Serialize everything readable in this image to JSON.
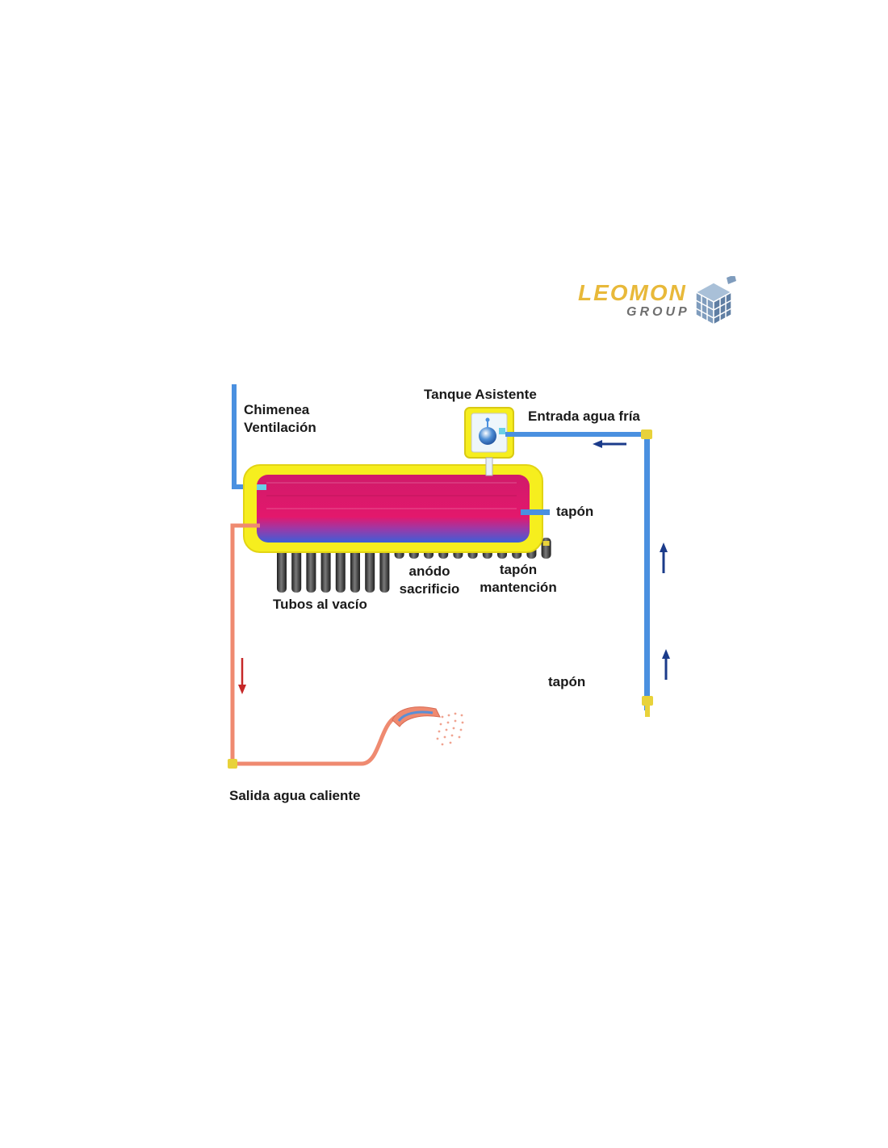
{
  "logo": {
    "name": "LEOMON",
    "sub": "GROUP",
    "color": "#e8b93a",
    "cube_color": "#8aa6c4"
  },
  "labels": {
    "chimenea_line1": "Chimenea",
    "chimenea_line2": "Ventilación",
    "tanque_asistente": "Tanque Asistente",
    "entrada_agua_fria": "Entrada agua fría",
    "tapon_right": "tapón",
    "anodo_line1": "anódo",
    "anodo_line2": "sacrificio",
    "tapon_mant_line1": "tapón",
    "tapon_mant_line2": "mantención",
    "tubos_al_vacio": "Tubos al vacío",
    "tapon_bottom": "tapón",
    "salida_agua_caliente": "Salida agua caliente"
  },
  "colors": {
    "tank_jacket": "#f6ee1e",
    "tank_hot": "#e3186c",
    "tank_cold": "#3d5fd8",
    "cold_pipe": "#4a90e0",
    "hot_pipe": "#ef8a70",
    "arrow_cold": "#1b3b8a",
    "arrow_hot": "#c62828",
    "tube": "#3c3c3c"
  }
}
